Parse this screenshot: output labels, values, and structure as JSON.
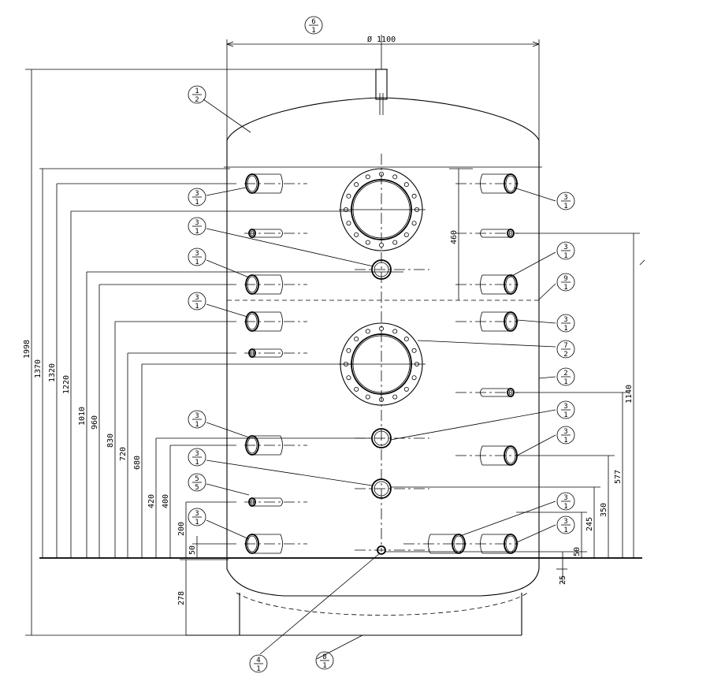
{
  "dimensions": {
    "diameter": "Ø 1100",
    "total_height": "1998",
    "h1370": "1370",
    "h1320": "1320",
    "h1220": "1220",
    "h1010": "1010",
    "h960": "960",
    "h830": "830",
    "h720": "720",
    "h680": "680",
    "h420": "420",
    "h400": "400",
    "h200": "200",
    "h50_left": "50",
    "h278": "278",
    "h460": "460",
    "h1140": "1140",
    "h577": "577",
    "h350": "350",
    "h245": "245",
    "h50_right": "50",
    "h25": "25"
  },
  "balloons": [
    {
      "id": "b6-1",
      "top": "6",
      "bottom": "1"
    },
    {
      "id": "b1-2",
      "top": "1",
      "bottom": "2"
    },
    {
      "id": "b3-1-a",
      "top": "3",
      "bottom": "1"
    },
    {
      "id": "b3-1-b",
      "top": "3",
      "bottom": "1"
    },
    {
      "id": "b3-1-c",
      "top": "3",
      "bottom": "1"
    },
    {
      "id": "b3-1-d",
      "top": "3",
      "bottom": "1"
    },
    {
      "id": "b3-1-e",
      "top": "3",
      "bottom": "1"
    },
    {
      "id": "b3-1-f",
      "top": "3",
      "bottom": "1"
    },
    {
      "id": "b5-5",
      "top": "5",
      "bottom": "5"
    },
    {
      "id": "b3-1-g",
      "top": "3",
      "bottom": "1"
    },
    {
      "id": "b4-1",
      "top": "4",
      "bottom": "1"
    },
    {
      "id": "b8-1",
      "top": "8",
      "bottom": "1"
    },
    {
      "id": "b3-1-r1",
      "top": "3",
      "bottom": "1"
    },
    {
      "id": "b3-1-r2",
      "top": "3",
      "bottom": "1"
    },
    {
      "id": "b9-1",
      "top": "9",
      "bottom": "1"
    },
    {
      "id": "b3-1-r3",
      "top": "3",
      "bottom": "1"
    },
    {
      "id": "b7-2",
      "top": "7",
      "bottom": "2"
    },
    {
      "id": "b2-1",
      "top": "2",
      "bottom": "1"
    },
    {
      "id": "b3-1-r4",
      "top": "3",
      "bottom": "1"
    },
    {
      "id": "b3-1-r5",
      "top": "3",
      "bottom": "1"
    },
    {
      "id": "b3-1-r6",
      "top": "3",
      "bottom": "1"
    },
    {
      "id": "b3-1-r7",
      "top": "3",
      "bottom": "1"
    }
  ]
}
